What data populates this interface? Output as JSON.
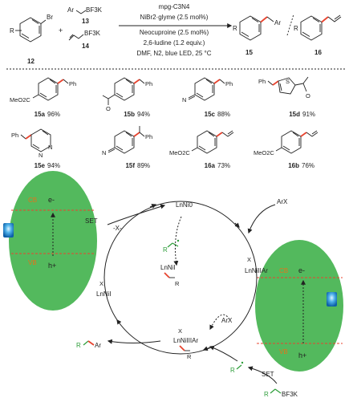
{
  "reaction": {
    "reactant_12_label": "12",
    "reactant_13_label": "13",
    "reactant_14_label": "14",
    "product_15_label": "15",
    "product_16_label": "16",
    "conditions": [
      "mpg-C3N4",
      "NiBr2·glyme (2.5 mol%)",
      "Neocuproine (2.5 mol%)",
      "2,6-ludine (1.2 equiv.)",
      "DMF, N2, blue LED, 25 °C"
    ],
    "sub_Br": "Br",
    "sub_R": "R",
    "sub_Ar": "Ar",
    "sub_BF3K": "BF3K"
  },
  "products": [
    {
      "id": "15a",
      "name": "15a",
      "yield": "96%",
      "substituent": "MeO2C",
      "group": "Ph"
    },
    {
      "id": "15b",
      "name": "15b",
      "yield": "94%",
      "substituent": "",
      "group": "Ph"
    },
    {
      "id": "15c",
      "name": "15c",
      "yield": "88%",
      "substituent": "N",
      "group": "Ph"
    },
    {
      "id": "15d",
      "name": "15d",
      "yield": "91%",
      "substituent": "",
      "group": "Ph"
    },
    {
      "id": "15e",
      "name": "15e",
      "yield": "94%",
      "substituent": "",
      "group": "Ph"
    },
    {
      "id": "15f",
      "name": "15f",
      "yield": "89%",
      "substituent": "N",
      "group": "Ph"
    },
    {
      "id": "16a",
      "name": "16a",
      "yield": "73%",
      "substituent": "MeO2C",
      "group": ""
    },
    {
      "id": "16b",
      "name": "16b",
      "yield": "76%",
      "substituent": "MeO2C",
      "group": ""
    }
  ],
  "mechanism": {
    "ni0": "LnNi0",
    "ni1_radical": "LnNiI",
    "ni2_ar": "LnNiIIAr",
    "ni3": "LnNiIIIAr",
    "ni1_x": "LnNiI",
    "arx_top": "ArX",
    "arx_mid": "ArX",
    "set_left": "SET",
    "set_right": "SET",
    "minus_x": "-X-",
    "radical": "R",
    "product": "Ar",
    "x_label": "X",
    "cb": "CB",
    "vb": "VB",
    "electron": "e-",
    "hole": "h+",
    "bf3k": "BF3K"
  },
  "colors": {
    "semiconductor": "#53b95d",
    "highlight_bond": "#e8432e",
    "band_label": "#e7711b",
    "radical_green": "#2e9e3a"
  }
}
